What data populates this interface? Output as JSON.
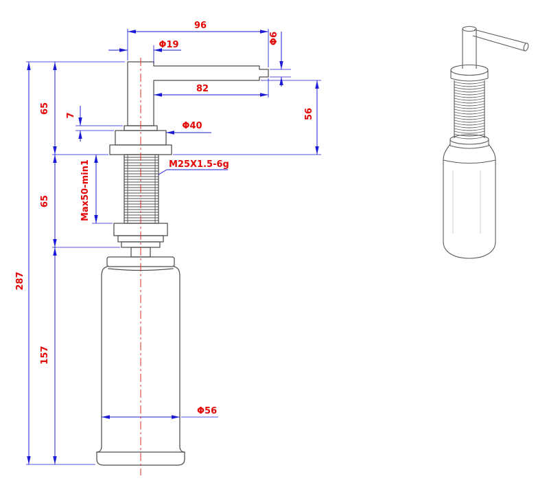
{
  "drawing": {
    "labels": {
      "dim_96": "96",
      "dim_phi19": "Φ19",
      "dim_phi6": "Φ6",
      "dim_82": "82",
      "dim_65_top": "65",
      "dim_7": "7",
      "dim_56": "56",
      "dim_phi40": "Φ40",
      "thread_spec": "M25X1.5-6g",
      "thread_range": "Max50-min1",
      "dim_65_mid": "65",
      "dim_287": "287",
      "dim_157": "157",
      "dim_phi56": "Φ56"
    },
    "colors": {
      "dimension_lines": "#1a1ad6",
      "label_text": "#e30505",
      "centerline": "#d42a2a",
      "outline": "#4c4c4c"
    }
  }
}
